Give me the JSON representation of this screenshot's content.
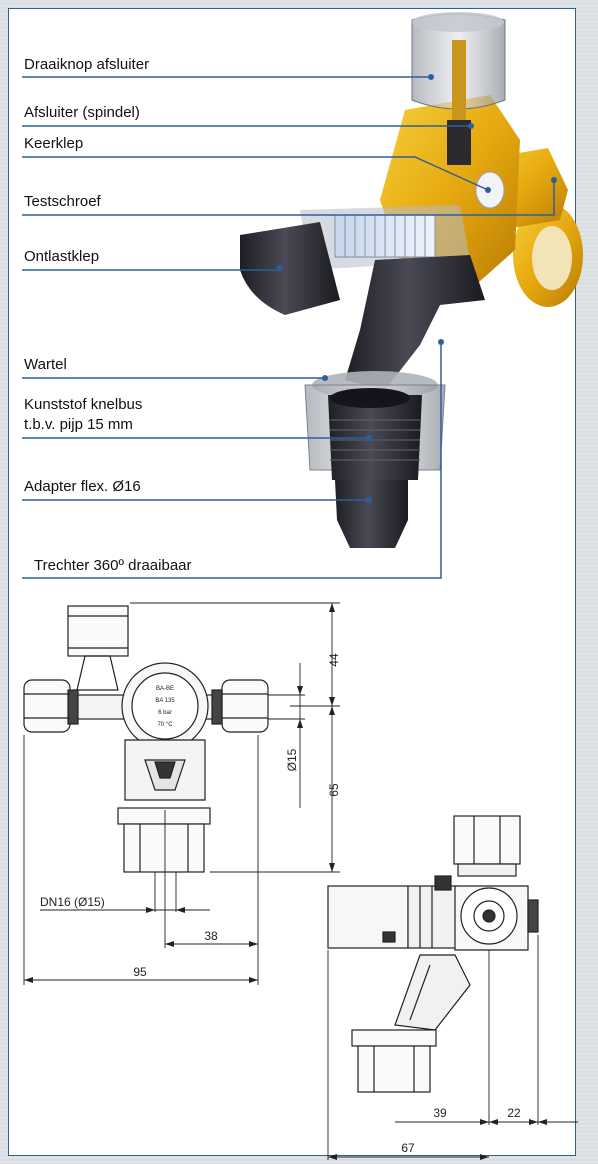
{
  "labels": {
    "draaiknop": "Draaiknop afsluiter",
    "afsluiter": "Afsluiter (spindel)",
    "keerklep": "Keerklep",
    "testschroef": "Testschroef",
    "ontlastklep": "Ontlastklep",
    "wartel": "Wartel",
    "knelbus_line1": "Kunststof knelbus",
    "knelbus_line2": "t.b.v. pijp 15 mm",
    "adapter": "Adapter flex. Ø16",
    "trechter": "Trechter 360º draaibaar"
  },
  "dimensions": {
    "d44": "44",
    "d65": "65",
    "d15": "Ø15",
    "dn16": "DN16 (Ø15)",
    "d38": "38",
    "d95": "95",
    "d39": "39",
    "d22": "22",
    "d67": "67"
  },
  "valve_markings": [
    "BA-BE",
    "BA 135",
    "6 bar",
    "70 °C"
  ],
  "colors": {
    "frame": "#2d5f9a",
    "leader": "#2d5f9a",
    "brass": "#e6a90f",
    "dark_body": "#2a2a30"
  }
}
